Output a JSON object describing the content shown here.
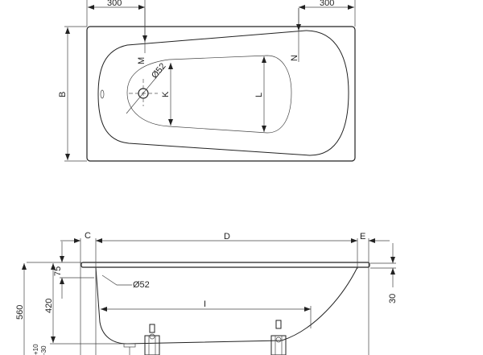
{
  "top_view": {
    "dim_left": "300",
    "dim_right": "300",
    "label_b": "B",
    "label_m": "M",
    "label_n": "N",
    "label_k": "K",
    "label_l": "L",
    "drain_diameter": "Ø52"
  },
  "side_view": {
    "label_c": "C",
    "label_d": "D",
    "label_e": "E",
    "label_i": "I",
    "dim_560": "560",
    "dim_420": "420",
    "dim_75": "75",
    "dim_30": "30",
    "dim_tolerance_plus": "+10",
    "dim_tolerance_minus": "-30",
    "drain_diameter": "Ø52"
  }
}
